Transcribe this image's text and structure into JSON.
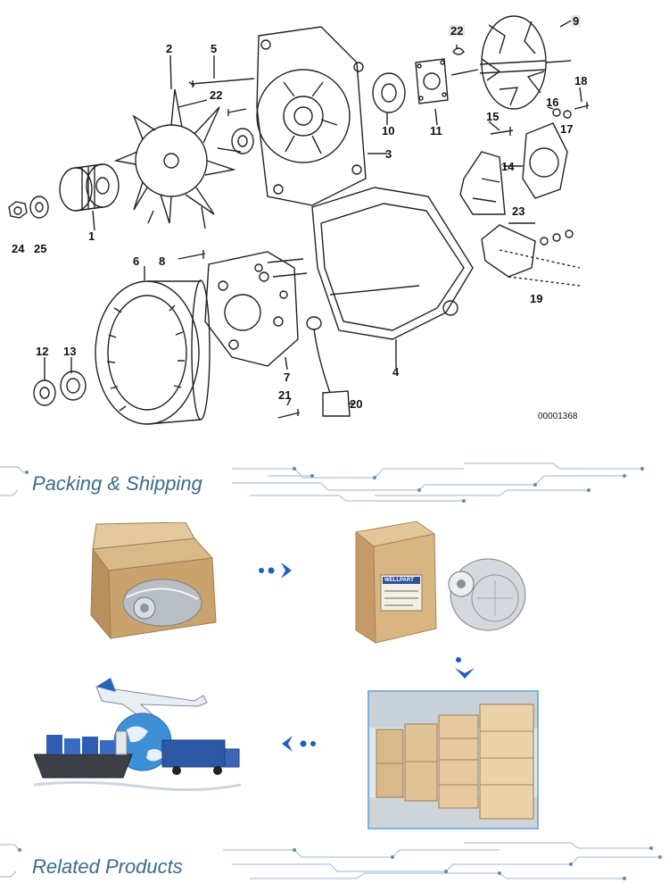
{
  "diagram": {
    "callouts": {
      "c1": "1",
      "c2": "2",
      "c3": "3",
      "c4": "4",
      "c5": "5",
      "c6": "6",
      "c7": "7",
      "c8": "8",
      "c9": "9",
      "c10": "10",
      "c11": "11",
      "c12": "12",
      "c13": "13",
      "c14": "14",
      "c15": "15",
      "c16": "16",
      "c17": "17",
      "c18": "18",
      "c19": "19",
      "c20": "20",
      "c21": "21",
      "c22a": "22",
      "c22b": "22",
      "c23": "23",
      "c24": "24",
      "c25": "25"
    },
    "reference_code": "00001368"
  },
  "packing_section": {
    "title": "Packing & Shipping",
    "box_label_brand": "WELLPART",
    "steps": [
      "open-box-with-alternator",
      "sealed-carton-with-alternator",
      "wooden-crates",
      "air-sea-land-transport"
    ]
  },
  "related_section": {
    "title": "Related Products"
  },
  "colors": {
    "banner_text": "#3a6c8c",
    "arrow_blue": "#1f5fbf",
    "circuit_line": "#9fb6c8"
  }
}
